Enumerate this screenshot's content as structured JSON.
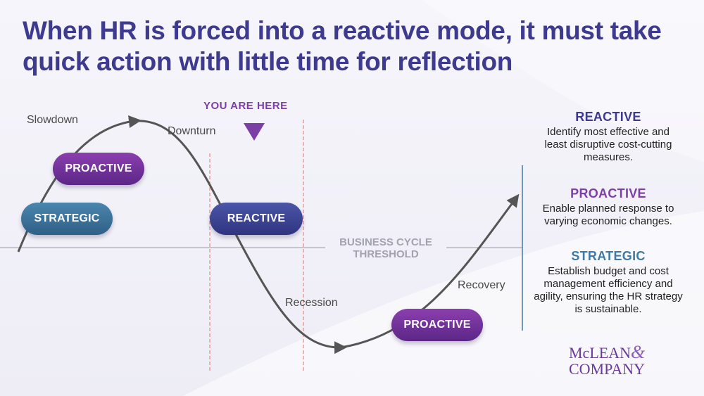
{
  "title": "When HR is forced into a reactive mode, it must take quick action with little time for reflection",
  "you_are_here": "YOU ARE HERE",
  "phases": {
    "slowdown": "Slowdown",
    "downturn": "Downturn",
    "recession": "Recession",
    "recovery": "Recovery"
  },
  "threshold": {
    "line1": "BUSINESS CYCLE",
    "line2": "THRESHOLD"
  },
  "pills": {
    "strategic": "STRATEGIC",
    "proactive_top": "PROACTIVE",
    "reactive": "REACTIVE",
    "proactive_bottom": "PROACTIVE"
  },
  "legend": {
    "reactive": {
      "heading": "REACTIVE",
      "text": "Identify most effective and least disruptive cost-cutting measures."
    },
    "proactive": {
      "heading": "PROACTIVE",
      "text": "Enable planned response to varying economic changes."
    },
    "strategic": {
      "heading": "STRATEGIC",
      "text": "Establish budget and cost management efficiency and agility, ensuring the HR strategy is sustainable."
    }
  },
  "logo": {
    "line1": "McLEAN",
    "amp": "&",
    "line2": "COMPANY"
  },
  "colors": {
    "title": "#3d3a8f",
    "reactive": "#3d3a8f",
    "proactive": "#7b3fa6",
    "strategic": "#3f7aa6",
    "curve": "#555555",
    "marker_lines": "#e08a8a"
  }
}
